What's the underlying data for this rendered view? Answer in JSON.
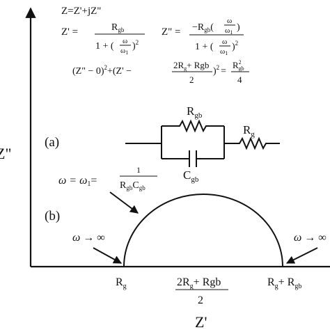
{
  "axes": {
    "y_label": "Z\"",
    "x_label": "Z'"
  },
  "equations": {
    "eq1": "Z=Z'+jZ\"",
    "eq2_lhs": "Z' =",
    "eq2_num": "R",
    "eq2_num_sub": "gb",
    "eq2_den": "1 + (",
    "eq2_den_frac_num": "ω",
    "eq2_den_frac_den": "ω",
    "eq2_den_frac_den_sub": "1",
    "eq2_den_tail": ")",
    "eq2_den_exp": "2",
    "eq3_lhs": "Z\" =",
    "eq3_num_pre": "−R",
    "eq3_num_sub": "gb",
    "eq3_num_open": "(",
    "eq3_num_frac_num": "ω",
    "eq3_num_frac_den": "ω",
    "eq3_num_frac_den_sub": "1",
    "eq3_num_close": ")",
    "eq3_den": "1 + (",
    "eq3_den_frac_num": "ω",
    "eq3_den_frac_den": "ω",
    "eq3_den_frac_den_sub": "1",
    "eq3_den_tail": ")",
    "eq3_den_exp": "2",
    "eq4_a": "(Z\" − 0)",
    "eq4_a_exp": "2",
    "eq4_b": "+(Z' −",
    "eq4_frac_num_a": "2R",
    "eq4_frac_num_a_sub": "g",
    "eq4_frac_num_b": "+ Rgb",
    "eq4_frac_den": "2",
    "eq4_c": ")",
    "eq4_c_exp": "2",
    "eq4_eq": "=",
    "eq4_rhs_num": "R",
    "eq4_rhs_num_sup": "2",
    "eq4_rhs_num_sub": "gb",
    "eq4_rhs_den": "4"
  },
  "circuit": {
    "label": "(a)",
    "r_top": "R",
    "r_top_sub": "gb",
    "r_right": "R",
    "r_right_sub": "g",
    "c_bottom": "C",
    "c_bottom_sub": "gb"
  },
  "plot": {
    "label": "(b)",
    "omega_eq_a": "ω = ω",
    "omega_eq_a_sub": "1",
    "omega_eq_eq": "=",
    "omega_frac_num": "1",
    "omega_frac_den_a": "R",
    "omega_frac_den_a_sub": "gb",
    "omega_frac_den_b": "C",
    "omega_frac_den_b_sub": "gb",
    "omega_left": "ω → ∞",
    "omega_right": "ω → ∞",
    "x_rg": "R",
    "x_rg_sub": "g",
    "x_mid_num_a": "2R",
    "x_mid_num_a_sub": "g",
    "x_mid_num_b": "+ Rgb",
    "x_mid_den": "2",
    "x_right_a": "R",
    "x_right_a_sub": "g",
    "x_right_b": "+ R",
    "x_right_b_sub": "gb"
  }
}
